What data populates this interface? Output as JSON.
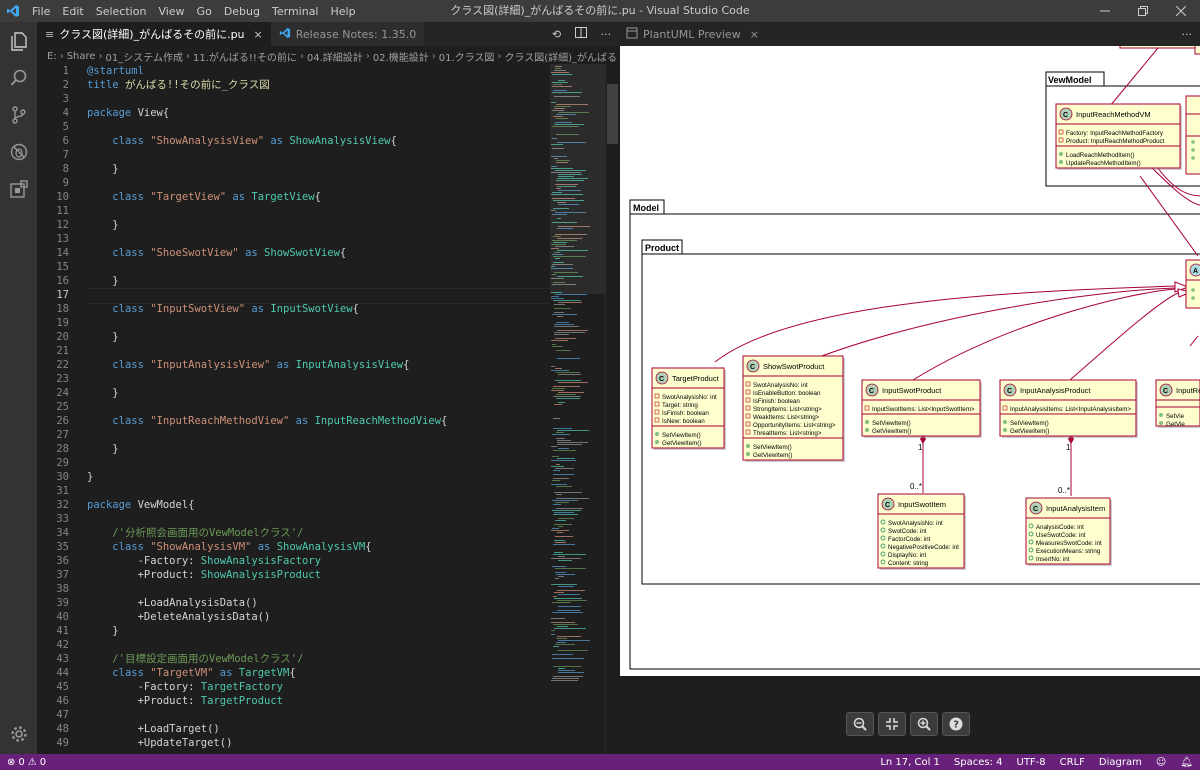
{
  "window": {
    "title": "クラス図(詳細)_がんばるその前に.pu - Visual Studio Code"
  },
  "menu": [
    "File",
    "Edit",
    "Selection",
    "View",
    "Go",
    "Debug",
    "Terminal",
    "Help"
  ],
  "tabs": {
    "active": "クラス図(詳細)_がんばるその前に.pu",
    "release": "Release Notes: 1.35.0",
    "preview": "PlantUML Preview"
  },
  "breadcrumb": [
    "E:",
    "Share",
    "01_システム作成",
    "11.がんばる!!その前に",
    "04.詳細設計",
    "02.機能設計",
    "01.クラス図",
    "クラス図(詳細)_がんばるその"
  ],
  "code_lines": [
    [
      {
        "c": "k",
        "t": "@startuml"
      }
    ],
    [
      {
        "c": "k",
        "t": "title "
      },
      {
        "c": "f",
        "t": "がんばる!!その前に_クラス図"
      }
    ],
    [],
    [
      {
        "c": "k",
        "t": "package "
      },
      {
        "c": "p",
        "t": "View{"
      }
    ],
    [],
    [
      {
        "c": "p",
        "t": "    "
      },
      {
        "c": "k",
        "t": "class "
      },
      {
        "c": "s",
        "t": "\"ShowAnalysisView\""
      },
      {
        "c": "k",
        "t": " as "
      },
      {
        "c": "t",
        "t": "ShowAnalysisView"
      },
      {
        "c": "p",
        "t": "{"
      }
    ],
    [],
    [
      {
        "c": "p",
        "t": "    }"
      }
    ],
    [],
    [
      {
        "c": "p",
        "t": "    "
      },
      {
        "c": "k",
        "t": "class "
      },
      {
        "c": "s",
        "t": "\"TargetView\""
      },
      {
        "c": "k",
        "t": " as "
      },
      {
        "c": "t",
        "t": "TargetView"
      },
      {
        "c": "p",
        "t": "{"
      }
    ],
    [],
    [
      {
        "c": "p",
        "t": "    }"
      }
    ],
    [],
    [
      {
        "c": "p",
        "t": "    "
      },
      {
        "c": "k",
        "t": "class "
      },
      {
        "c": "s",
        "t": "\"ShoeSwotView\""
      },
      {
        "c": "k",
        "t": " as "
      },
      {
        "c": "t",
        "t": "ShowSwotView"
      },
      {
        "c": "p",
        "t": "{"
      }
    ],
    [],
    [
      {
        "c": "p",
        "t": "    }"
      }
    ],
    [],
    [
      {
        "c": "p",
        "t": "    "
      },
      {
        "c": "k",
        "t": "class "
      },
      {
        "c": "s",
        "t": "\"InputSwotView\""
      },
      {
        "c": "k",
        "t": " as "
      },
      {
        "c": "t",
        "t": "InputSwotView"
      },
      {
        "c": "p",
        "t": "{"
      }
    ],
    [],
    [
      {
        "c": "p",
        "t": "    }"
      }
    ],
    [],
    [
      {
        "c": "p",
        "t": "    "
      },
      {
        "c": "k",
        "t": "class "
      },
      {
        "c": "s",
        "t": "\"InputAnalysisView\""
      },
      {
        "c": "k",
        "t": " as "
      },
      {
        "c": "t",
        "t": "InputAnalysisView"
      },
      {
        "c": "p",
        "t": "{"
      }
    ],
    [],
    [
      {
        "c": "p",
        "t": "    }"
      }
    ],
    [],
    [
      {
        "c": "p",
        "t": "    "
      },
      {
        "c": "k",
        "t": "class "
      },
      {
        "c": "s",
        "t": "\"InputReachMethodView\""
      },
      {
        "c": "k",
        "t": " as "
      },
      {
        "c": "t",
        "t": "InputReachMethodView"
      },
      {
        "c": "p",
        "t": "{"
      }
    ],
    [],
    [
      {
        "c": "p",
        "t": "    }"
      }
    ],
    [],
    [
      {
        "c": "p",
        "t": "}"
      }
    ],
    [],
    [
      {
        "c": "k",
        "t": "package "
      },
      {
        "c": "p",
        "t": "VewModel{"
      }
    ],
    [],
    [
      {
        "c": "p",
        "t": "    "
      },
      {
        "c": "c",
        "t": "/'分析照会画面用のVewModelクラス'/"
      }
    ],
    [
      {
        "c": "p",
        "t": "    "
      },
      {
        "c": "k",
        "t": "class "
      },
      {
        "c": "s",
        "t": "\"ShowAnalysisVM\""
      },
      {
        "c": "k",
        "t": " as "
      },
      {
        "c": "t",
        "t": "ShowAnalysisVM"
      },
      {
        "c": "p",
        "t": "{"
      }
    ],
    [
      {
        "c": "p",
        "t": "        -Factory: "
      },
      {
        "c": "t",
        "t": "ShowAnalysisFactory"
      }
    ],
    [
      {
        "c": "p",
        "t": "        +Product: "
      },
      {
        "c": "t",
        "t": "ShowAnalysisProduct"
      }
    ],
    [],
    [
      {
        "c": "p",
        "t": "        +LoadAnalysisData()"
      }
    ],
    [
      {
        "c": "p",
        "t": "        +DeleteAnalysisData()"
      }
    ],
    [
      {
        "c": "p",
        "t": "    }"
      }
    ],
    [],
    [
      {
        "c": "p",
        "t": "    "
      },
      {
        "c": "c",
        "t": "/'目標設定画面用のVewModelクラス'/"
      }
    ],
    [
      {
        "c": "p",
        "t": "    "
      },
      {
        "c": "k",
        "t": "class "
      },
      {
        "c": "s",
        "t": "\"TargetVM\""
      },
      {
        "c": "k",
        "t": " as "
      },
      {
        "c": "t",
        "t": "TargetVM"
      },
      {
        "c": "p",
        "t": "{"
      }
    ],
    [
      {
        "c": "p",
        "t": "        -Factory: "
      },
      {
        "c": "t",
        "t": "TargetFactory"
      }
    ],
    [
      {
        "c": "p",
        "t": "        +Product: "
      },
      {
        "c": "t",
        "t": "TargetProduct"
      }
    ],
    [],
    [
      {
        "c": "p",
        "t": "        +LoadTarget()"
      }
    ],
    [
      {
        "c": "p",
        "t": "        +UpdateTarget()"
      }
    ]
  ],
  "current_line": 17,
  "diagram": {
    "packages": {
      "vewmodel": "VewModel",
      "model": "Model",
      "product": "Product"
    },
    "classes": {
      "reach_vm": {
        "name": "InputReachMethodVM",
        "fields": [
          "Factory: InputReachMethodFactory",
          "Product: InputReachMethodProduct"
        ],
        "methods": [
          "LoadReachMethodItem()",
          "UpdateReachMethodItem()"
        ]
      },
      "target_product": {
        "name": "TargetProduct",
        "fields": [
          "SwotAnalysisNo: int",
          "Target: string",
          "IsFinish: boolean",
          "IsNew: boolean"
        ],
        "methods": [
          "SetViewItem()",
          "GetViewItem()"
        ]
      },
      "show_swot_product": {
        "name": "ShowSwotProduct",
        "fields": [
          "SwotAnalysisNo: int",
          "IsEnableButton: boolean",
          "IsFinish: boolean",
          "StrongItems: List<string>",
          "WeakItems: List<string>",
          "OpportunityItems: List<string>",
          "ThreatItems: List<string>"
        ],
        "methods": [
          "SetViewItem()",
          "GetViewItem()"
        ]
      },
      "input_swot_product": {
        "name": "InputSwotProduct",
        "fields": [
          "InputSwotItems: List<InputSwotItem>"
        ],
        "methods": [
          "SetViewItem()",
          "GetViewItem()"
        ]
      },
      "input_analysis_product": {
        "name": "InputAnalysisProduct",
        "fields": [
          "InputAnalysisItems: List<InputAnalysisItem>"
        ],
        "methods": [
          "SetViewItem()",
          "GetViewItem()"
        ]
      },
      "input_reach_partial": {
        "name": "InputRe",
        "methods": [
          "SetVie",
          "GetVie"
        ]
      },
      "input_swot_item": {
        "name": "InputSwotItem",
        "fields": [
          "SwotAnalysisNo: int",
          "SwotCode: int",
          "FactorCode: int",
          "NegativePositiveCode: int",
          "DisplayNo: int",
          "Content: string"
        ]
      },
      "input_analysis_item": {
        "name": "InputAnalysisItem",
        "fields": [
          "AnalysisCode: int",
          "UseSwotCode: int",
          "MeasuresSwotCode: int",
          "ExecutionMeans: string",
          "InsertNo: int"
        ]
      }
    },
    "multiplicity": {
      "one": "1",
      "many": "0..*"
    }
  },
  "status": {
    "errors": "0",
    "warnings": "0",
    "position": "Ln 17, Col 1",
    "spaces": "Spaces: 4",
    "encoding": "UTF-8",
    "eol": "CRLF",
    "language": "Diagram"
  },
  "colors": {
    "statusbar": "#68217a",
    "uml_fill": "#fefece",
    "uml_border": "#a80036",
    "circle": "#add1b2"
  }
}
